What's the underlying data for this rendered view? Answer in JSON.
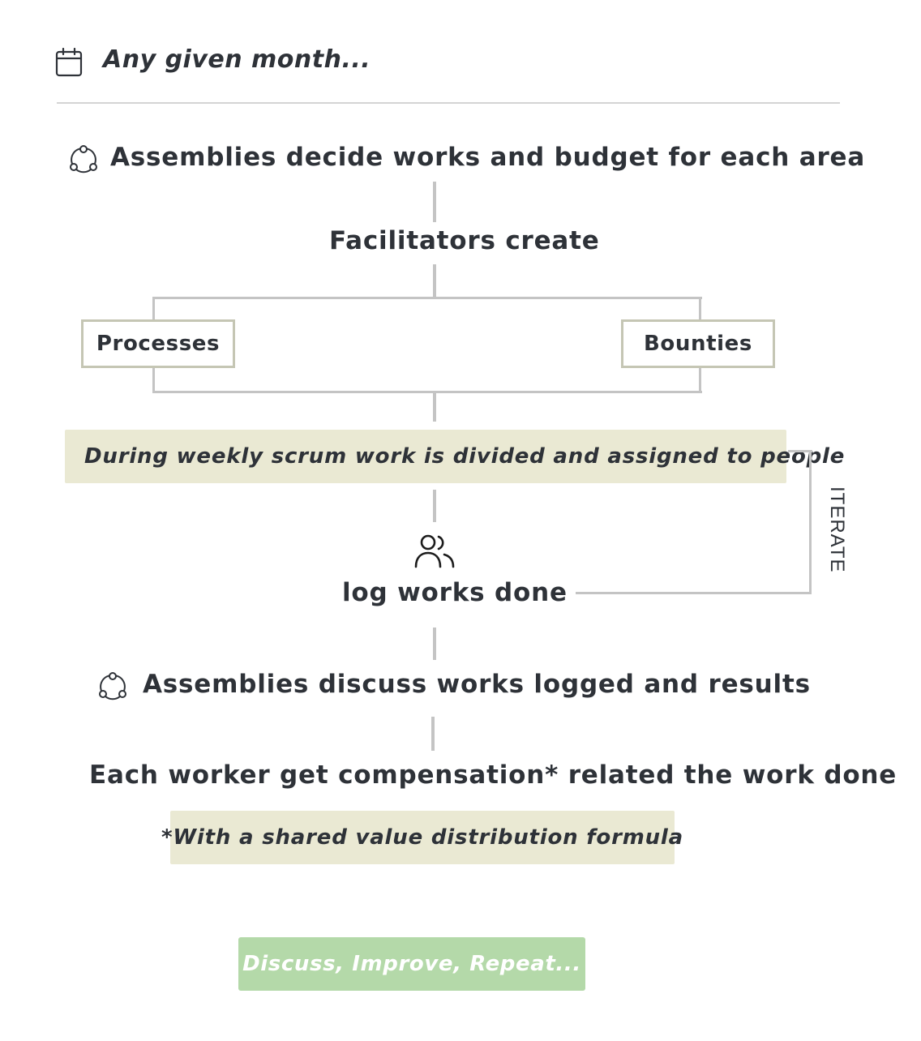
{
  "header": {
    "icon": "calendar-icon",
    "title": "Any given month..."
  },
  "steps": {
    "assemblies_decide": "Assemblies decide works and budget for each area",
    "facilitators_create": "Facilitators create",
    "processes": "Processes",
    "bounties": "Bounties",
    "weekly_scrum": "During weekly scrum work is divided and assigned to people",
    "log_works": "log works done",
    "iterate": "ITERATE",
    "assemblies_discuss": "Assemblies discuss works logged and results",
    "compensation": "Each worker get compensation* related the work done",
    "formula_note": "*With a shared value distribution formula"
  },
  "footer": {
    "button_label": "Discuss, Improve, Repeat..."
  },
  "icons": {
    "assembly": "assembly-circle-icon",
    "people": "people-icon"
  },
  "colors": {
    "text": "#2e3238",
    "line": "#c4c4c4",
    "band": "#eae9d3",
    "box_border": "#c5c6b4",
    "cta": "#b4d9a9"
  }
}
